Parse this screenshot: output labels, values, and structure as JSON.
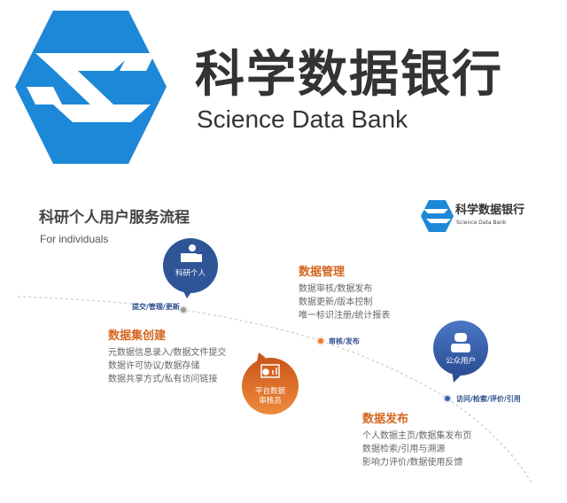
{
  "brand": {
    "title_cn": "科学数据银行",
    "title_en": "Science Data Bank",
    "color": "#1e88d8"
  },
  "header": {
    "title": "科研个人用户服务流程",
    "subtitle": "For individuals"
  },
  "nodes": {
    "researcher": {
      "label": "科研个人",
      "color": "#2f5597"
    },
    "reviewer": {
      "label_line1": "平台数据",
      "label_line2": "审核员",
      "color": "#e06a1e"
    },
    "public": {
      "label": "公众用户",
      "color": "#3a63ad"
    }
  },
  "steps": {
    "submit": "提交/管理/更新",
    "review": "审核/发布",
    "access": "访问/检索/评价/引用"
  },
  "sections": {
    "create": {
      "title": "数据集创建",
      "items": [
        "元数据信息录入/数据文件提交",
        "数据许可协议/数据存储",
        "数据共享方式/私有访问链接"
      ]
    },
    "manage": {
      "title": "数据管理",
      "items": [
        "数据审核/数据发布",
        "数据更新/版本控制",
        "唯一标识注册/统计报表"
      ]
    },
    "publish": {
      "title": "数据发布",
      "items": [
        "个人数据主页/数据集发布页",
        "数据检索/引用与溯源",
        "影响力评价/数据使用反馈"
      ]
    }
  }
}
